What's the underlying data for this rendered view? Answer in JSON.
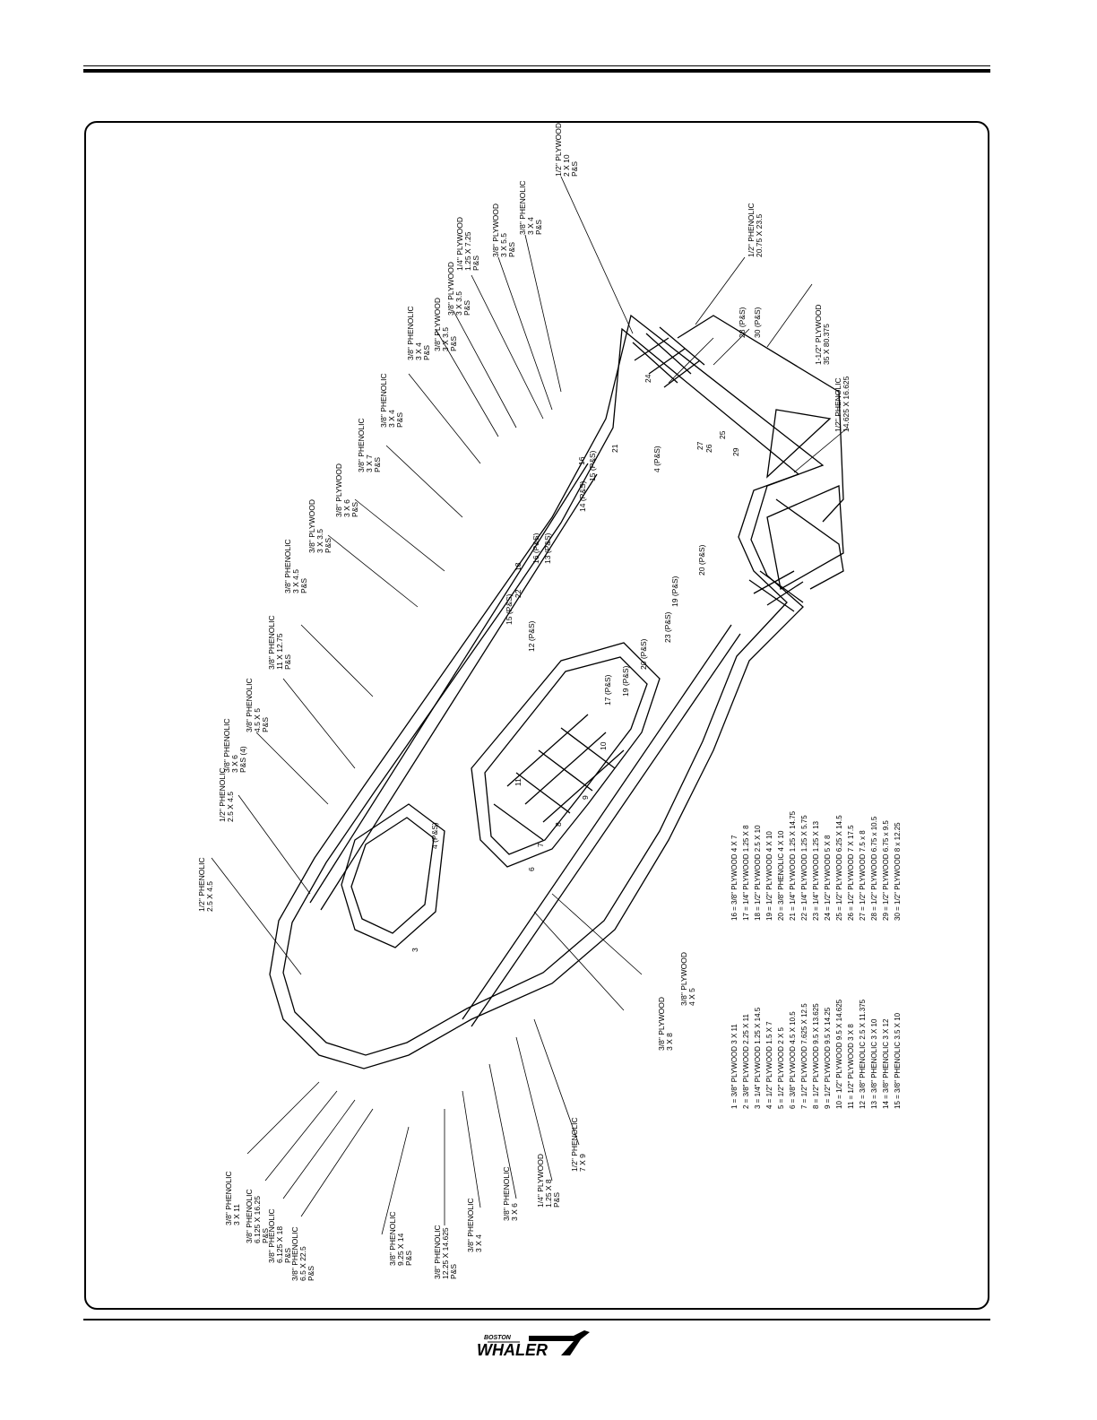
{
  "logo": {
    "line1": "BOSTON",
    "line2": "WHALER"
  },
  "callouts": [
    [
      "1/2\" PLYWOOD",
      "2 X 10",
      "P&S"
    ],
    [
      "1/2\" PHENOLIC",
      "20.75 X 23.5"
    ],
    [
      "3/8\" PHENOLIC",
      "3 X 4",
      "P&S"
    ],
    [
      "3/8\" PLYWOOD",
      "3 X 5.5",
      "P&S"
    ],
    [
      "1/4\" PLYWOOD",
      "1.25 X 7.25",
      "P&S"
    ],
    [
      "3/8\" PLYWOOD",
      "3 X 3.5",
      "P&S"
    ],
    [
      "3/8\" PLYWOOD",
      "3 X 3.5",
      "P&S"
    ],
    [
      "3/8\" PHENOLIC",
      "3 X 4",
      "P&S"
    ],
    [
      "3/8\" PHENOLIC",
      "3 X 4",
      "P&S"
    ],
    [
      "3/8\" PHENOLIC",
      "3 X 7",
      "P&S"
    ],
    [
      "3/8\" PLYWOOD",
      "3 X 6",
      "P&S"
    ],
    [
      "3/8\" PLYWOOD",
      "3 X 3.5",
      "P&S"
    ],
    [
      "3/8\" PHENOLIC",
      "3 X 4.5",
      "P&S"
    ],
    [
      "3/8\" PHENOLIC",
      "11 X 12.75",
      "P&S"
    ],
    [
      "3/8\" PHENOLIC",
      "4.5 X 5",
      "P&S"
    ],
    [
      "3/8\" PHENOLIC",
      "3 X 6",
      "P&S (4)"
    ],
    [
      "1/2\" PHENOLIC",
      "2.5 X 4.5"
    ],
    [
      "1/2\" PHENOLIC",
      "2.5 X 4.5"
    ],
    [
      "1-1/2\" PLYWOOD",
      "35 X 80.375"
    ],
    [
      "1/2\" PHENOLIC",
      "14.625 X 16.625"
    ],
    [
      "3/8\" PHENOLIC",
      "3 X 11"
    ],
    [
      "3/8\" PHENOLIC",
      "6.125 X 16.25",
      "P&S"
    ],
    [
      "3/8\" PHENOLIC",
      "6.125 X 18",
      "P&S"
    ],
    [
      "3/8\" PHENOLIC",
      "6.5 X 22.5",
      "P&S"
    ],
    [
      "3/8\" PHENOLIC",
      "9.25 X 14",
      "P&S"
    ],
    [
      "3/8\" PHENOLIC",
      "12.25 X 14.625",
      "P&S"
    ],
    [
      "3/8\" PHENOLIC",
      "3 X 4"
    ],
    [
      "3/8\" PHENOLIC",
      "3 X 6"
    ],
    [
      "1/4\" PLYWOOD",
      "1.25 X 8",
      "P&S"
    ],
    [
      "1/2\" PHENOLIC",
      "7 X 9"
    ],
    [
      "3/8\" PLYWOOD",
      "3 X 8"
    ],
    [
      "3/8\" PLYWOOD",
      "4 X 5"
    ]
  ],
  "part_labels": [
    "28 (P&S)",
    "30 (P&S)",
    "21",
    "4 (P&S)",
    "16",
    "14 (P&S)",
    "15 (P&S)",
    "18",
    "16 (P&S)",
    "13 (P&S)",
    "22",
    "15 (P&S)",
    "20 (P&S)",
    "19 (P&S)",
    "23 (P&S)",
    "12 (P&S)",
    "20 (P&S)",
    "17 (P&S)",
    "19 (P&S)",
    "4 (P&S)",
    "3",
    "10",
    "9",
    "8",
    "7",
    "6",
    "11",
    "24",
    "25",
    "26",
    "27",
    "29"
  ],
  "legend_col1": [
    "1 = 3/8\" PLYWOOD 3 X 11",
    "2 = 3/8\" PLYWOOD 2.25 X 11",
    "3 = 1/4\" PLYWOOD 1.25 X 14.5",
    "4 = 1/2\" PLYWOOD 1.5 X 7",
    "5 = 1/2\" PLYWOOD 2 X 5",
    "6 = 3/8\" PLYWOOD 4.5 X 10.5",
    "7 = 1/2\" PLYWOOD 7.625 X 12.5",
    "8 = 1/2\" PLYWOOD 9.5 X 13.625",
    "9 = 1/2\" PLYWOOD 9.5 X 14.25",
    "10 = 1/2\" PLYWOOD 9.5 X 14.625",
    "11 = 1/2\" PLYWOOD 3 X 8",
    "12 = 3/8\" PHENOLIC 2.5 X 11.375",
    "13 = 3/8\" PHENOLIC 3 X 10",
    "14 = 3/8\" PHENOLIC 3 X 12",
    "15 = 3/8\" PHENOLIC 3.5 X 10"
  ],
  "legend_col2": [
    "16 = 3/8\" PLYWOOD 4 X 7",
    "17 = 1/4\" PLYWOOD 1.25 X 8",
    "18 = 1/2\" PLYWOOD 2.5 X 10",
    "19 = 1/2\" PLYWOOD 4 X 10",
    "20 = 3/8\" PHENOLIC 4 X 10",
    "21 = 1/4\" PLYWOOD 1.25 X 14.75",
    "22 = 1/4\" PLYWOOD 1.25 X 5.75",
    "23 = 1/4\" PLYWOOD 1.25 X 13",
    "24 = 1/2\" PLYWOOD 5 X 8",
    "25 = 1/2\" PLYWOOD 6.25 X 14.5",
    "26 = 1/2\" PLYWOOD 7 X 17.5",
    "27 = 1/2\" PLYWOOD 7.5 x 8",
    "28 = 1/2\" PLYWOOD 6.75 x 10.5",
    "29 = 1/2\" PLYWOOD 6.75 x 9.5",
    "30 = 1/2\" PLYWOOD 8 x 12.25"
  ]
}
